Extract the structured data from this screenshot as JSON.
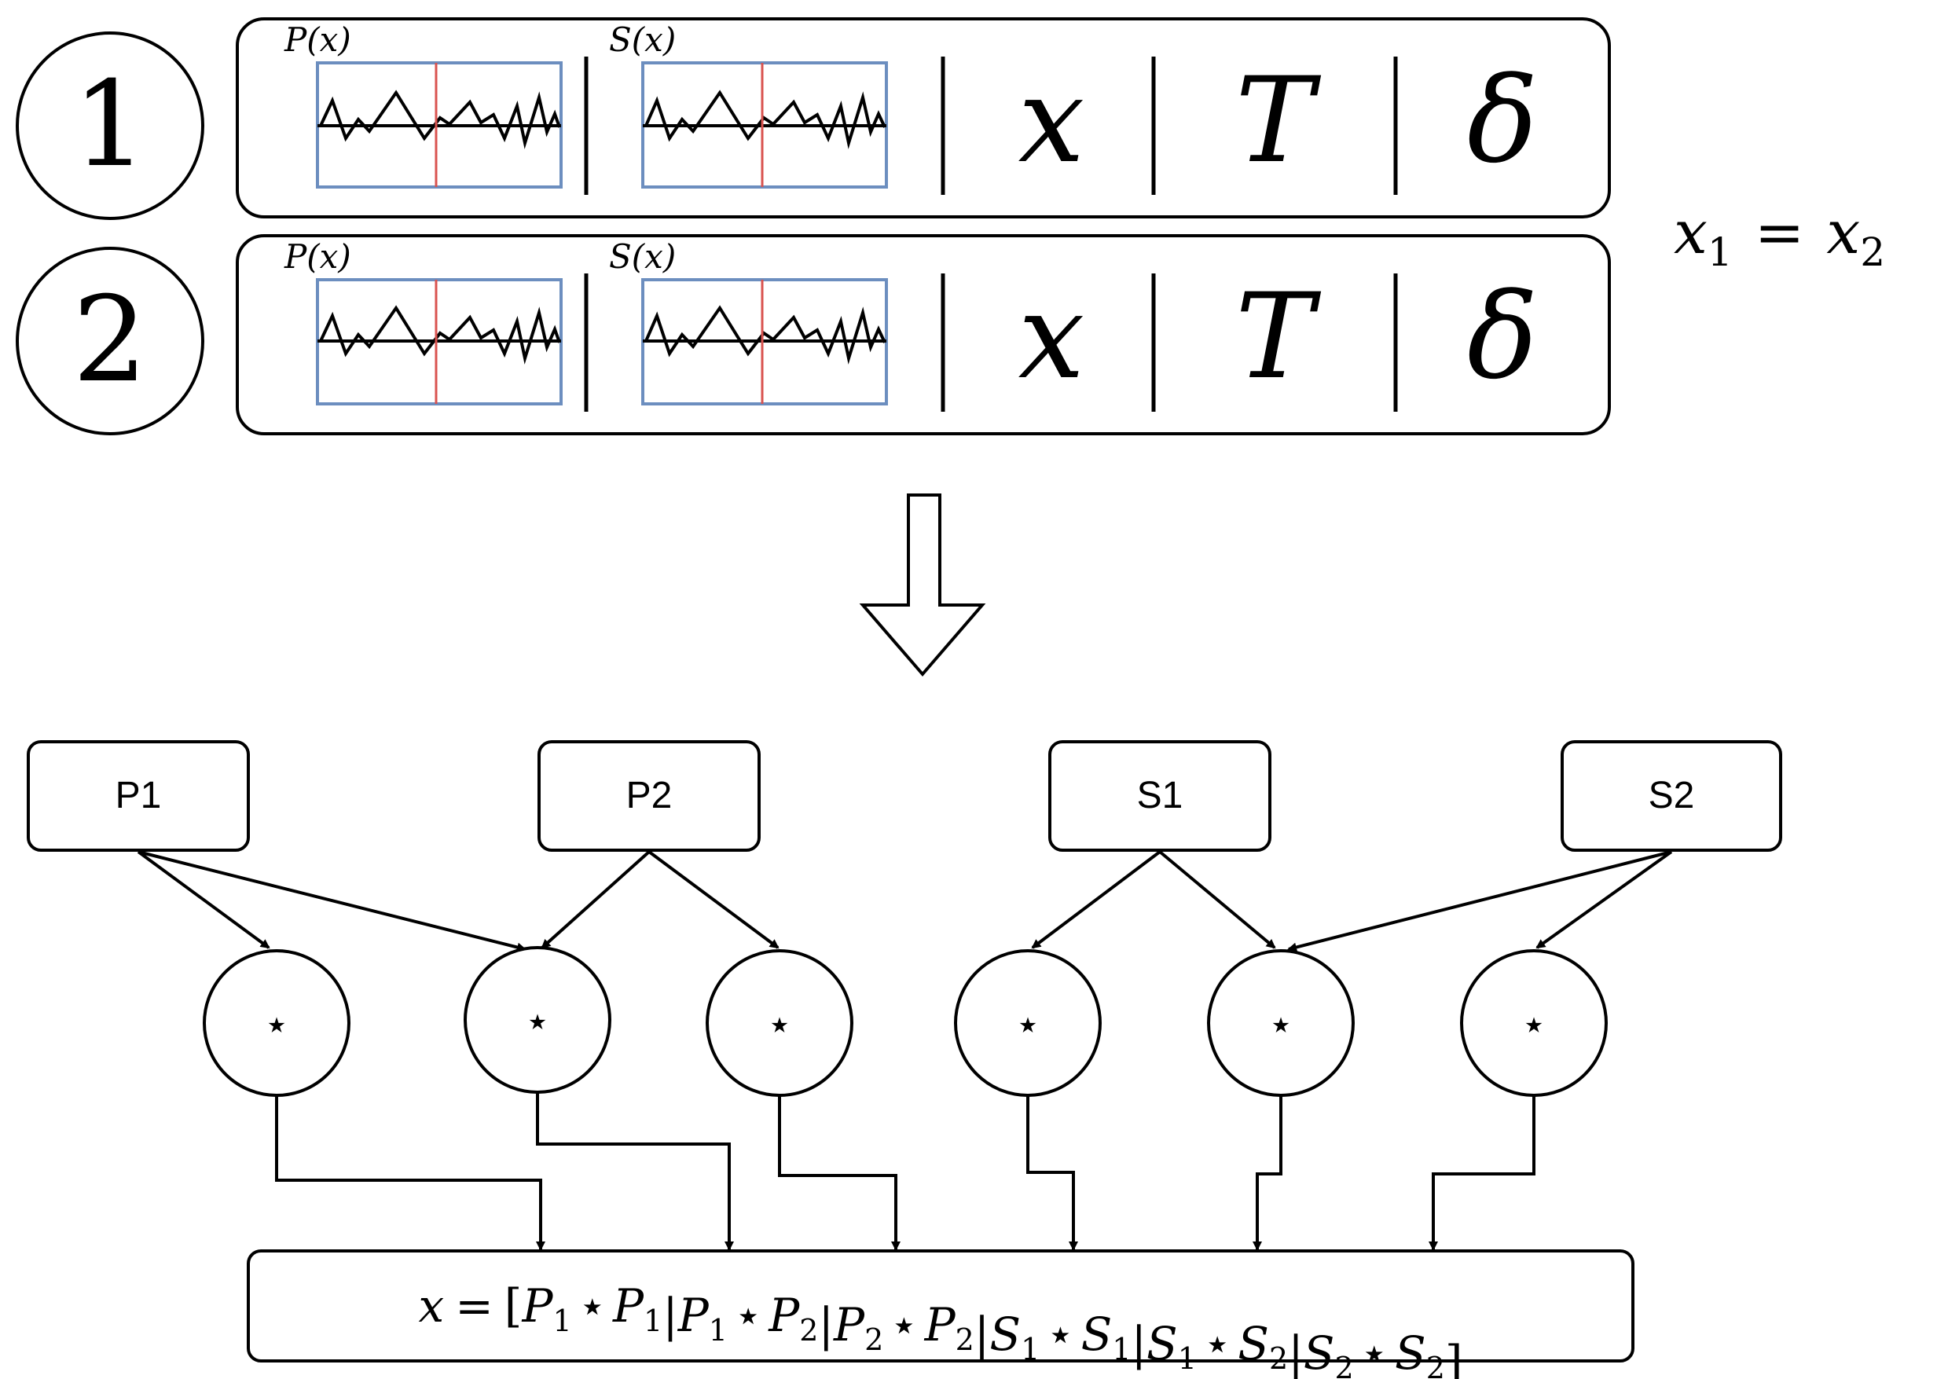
{
  "records": [
    {
      "number": "1",
      "plot_labels": [
        "P(x)",
        "S(x)"
      ],
      "fields": [
        "x",
        "T",
        "δ"
      ]
    },
    {
      "number": "2",
      "plot_labels": [
        "P(x)",
        "S(x)"
      ],
      "fields": [
        "x",
        "T",
        "δ"
      ]
    }
  ],
  "equality_note": {
    "lhs_var": "x",
    "lhs_sub": "1",
    "operator": "=",
    "rhs_var": "x",
    "rhs_sub": "2"
  },
  "sources": [
    "P1",
    "P2",
    "S1",
    "S2"
  ],
  "operators": [
    "⋆",
    "⋆",
    "⋆",
    "⋆",
    "⋆",
    "⋆"
  ],
  "result_formula": {
    "lhs": "x",
    "equals": "=",
    "open_bracket": "[",
    "close_bracket": "]",
    "separator": "|",
    "terms": [
      {
        "a": "P",
        "a_sub": "1",
        "op": "⋆",
        "b": "P",
        "b_sub": "1"
      },
      {
        "a": "P",
        "a_sub": "1",
        "op": "⋆",
        "b": "P",
        "b_sub": "2"
      },
      {
        "a": "P",
        "a_sub": "2",
        "op": "⋆",
        "b": "P",
        "b_sub": "2"
      },
      {
        "a": "S",
        "a_sub": "1",
        "op": "⋆",
        "b": "S",
        "b_sub": "1"
      },
      {
        "a": "S",
        "a_sub": "1",
        "op": "⋆",
        "b": "S",
        "b_sub": "2"
      },
      {
        "a": "S",
        "a_sub": "2",
        "op": "⋆",
        "b": "S",
        "b_sub": "2"
      }
    ]
  },
  "colors": {
    "stroke": "#000000",
    "plot_frame": "#6c8ebf",
    "plot_marker": "#d9534f",
    "background": "#ffffff"
  }
}
